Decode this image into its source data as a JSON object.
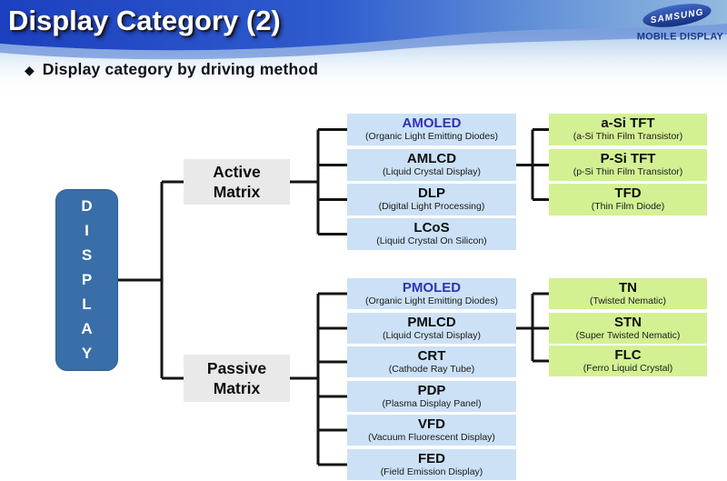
{
  "header": {
    "title": "Display Category (2)",
    "brand": "SAMSUNG",
    "division": "MOBILE DISPLAY"
  },
  "subtitle": {
    "bullet": "◆",
    "text": "Display category by driving method"
  },
  "diagram": {
    "root": {
      "label": "DISPLAY",
      "letters": [
        "D",
        "I",
        "S",
        "P",
        "L",
        "A",
        "Y"
      ]
    },
    "active": {
      "label": [
        "Active",
        "Matrix"
      ],
      "children": [
        {
          "title": "AMOLED",
          "subtitle": "(Organic Light Emitting Diodes)"
        },
        {
          "title": "AMLCD",
          "subtitle": "(Liquid Crystal Display)"
        },
        {
          "title": "DLP",
          "subtitle": "(Digital Light Processing)"
        },
        {
          "title": "LCoS",
          "subtitle": "(Liquid Crystal On Silicon)"
        }
      ],
      "lcd_children": [
        {
          "title": "a-Si TFT",
          "subtitle": "(a-Si Thin Film Transistor)"
        },
        {
          "title": "P-Si TFT",
          "subtitle": "(p-Si Thin Film Transistor)"
        },
        {
          "title": "TFD",
          "subtitle": "(Thin Film Diode)"
        }
      ]
    },
    "passive": {
      "label": [
        "Passive",
        "Matrix"
      ],
      "children": [
        {
          "title": "PMOLED",
          "subtitle": "(Organic Light Emitting Diodes)"
        },
        {
          "title": "PMLCD",
          "subtitle": "(Liquid Crystal Display)"
        },
        {
          "title": "CRT",
          "subtitle": "(Cathode Ray Tube)"
        },
        {
          "title": "PDP",
          "subtitle": "(Plasma Display Panel)"
        },
        {
          "title": "VFD",
          "subtitle": "(Vacuum Fluorescent Display)"
        },
        {
          "title": "FED",
          "subtitle": "(Field Emission Display)"
        }
      ],
      "lcd_children": [
        {
          "title": "TN",
          "subtitle": "(Twisted Nematic)"
        },
        {
          "title": "STN",
          "subtitle": "(Super Twisted Nematic)"
        },
        {
          "title": "FLC",
          "subtitle": "(Ferro Liquid Crystal)"
        }
      ]
    }
  },
  "colors": {
    "accent-title": "#3232b4",
    "box-blue": "#cce1f6",
    "box-green": "#d3f193",
    "root-blue": "#3a6ea8",
    "label-gray": "#e9e9e9",
    "line": "#141414"
  }
}
